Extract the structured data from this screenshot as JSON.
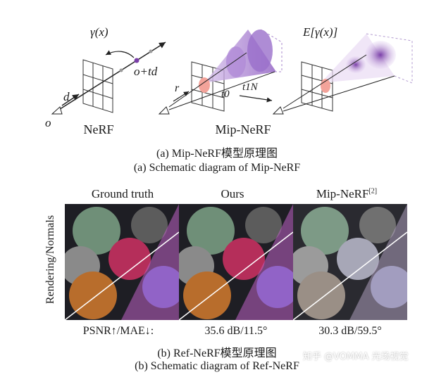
{
  "diagram": {
    "nerf_label": "NeRF",
    "mip_label": "Mip-NeRF",
    "gamma_x": "γ(x)",
    "o_td": "o+td",
    "d": "d",
    "o": "o",
    "r": "r",
    "t0": "t0",
    "t1N": "t1N",
    "expect_gamma": "E[γ(x)]"
  },
  "caption_a_cn": "(a) Mip-NeRF模型原理图",
  "caption_a_en": "(a) Schematic diagram of Mip-NeRF",
  "comparison": {
    "row_label": "Rendering/Normals",
    "columns": [
      {
        "header": "Ground truth",
        "metric": "PSNR↑/MAE↓:"
      },
      {
        "header": "Ours",
        "metric": "35.6 dB/11.5°"
      },
      {
        "header": "Mip-NeRF",
        "superscript": "[2]",
        "metric": "30.3 dB/59.5°"
      }
    ]
  },
  "caption_b_cn": "(b) Ref-NeRF模型原理图",
  "caption_b_en": "(b) Schematic diagram of Ref-NeRF",
  "watermark": "知乎 @VOMMA 光场视觉"
}
